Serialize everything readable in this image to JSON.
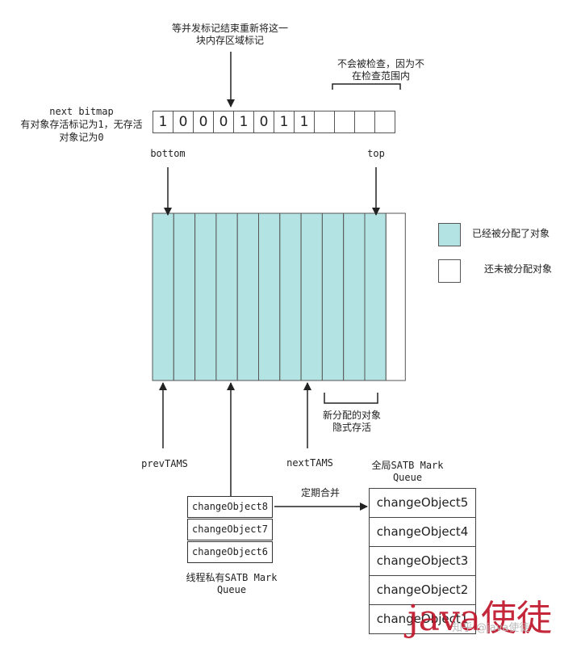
{
  "top_note": "等并发标记结束重新将这一\n块内存区域标记",
  "not_checked_note": "不会被检查，因为不\n在检查范围内",
  "bitmap_label": "next bitmap\n有对象存活标记为1，无存活\n对象记为0",
  "bitmap_bits": [
    "1",
    "0",
    "0",
    "0",
    "1",
    "0",
    "1",
    "1",
    "",
    "",
    "",
    ""
  ],
  "bottom_label": "bottom",
  "top_label": "top",
  "legend": {
    "allocated": "已经被分配了对象",
    "unallocated": "还未被分配对象",
    "allocated_color": "#b3e3e3"
  },
  "new_alloc_note": "新分配的对象\n隐式存活",
  "prev_tams": "prevTAMS",
  "next_tams": "nextTAMS",
  "merge_label": "定期合并",
  "global_queue": {
    "title": "全局SATB Mark\nQueue",
    "items": [
      "changeObject5",
      "changeObject4",
      "changeObject3",
      "changeObject2",
      "changeObject1"
    ]
  },
  "thread_queue": {
    "title": "线程私有SATB Mark\nQueue",
    "items": [
      "changeObject8",
      "changeObject7",
      "changeObject6"
    ]
  },
  "watermark": {
    "big": "java使徒",
    "small": "知乎 @java使徒"
  }
}
